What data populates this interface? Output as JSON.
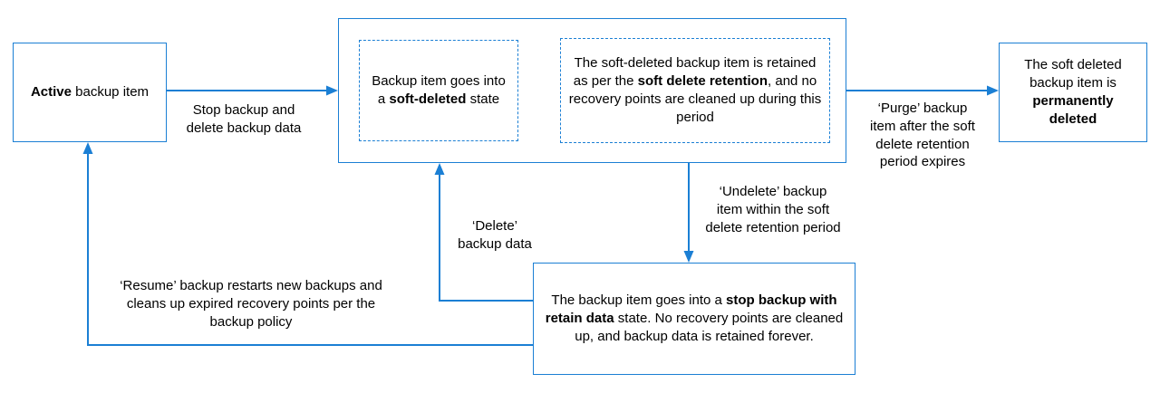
{
  "colors": {
    "accent": "#1b7fd4",
    "text": "#000000",
    "background": "#ffffff"
  },
  "boxes": {
    "active": {
      "pre": "",
      "bold": "Active",
      "post": " backup item"
    },
    "soft_deleted_state": {
      "pre": "Backup item goes into a ",
      "bold": "soft-deleted",
      "post": " state"
    },
    "retention": {
      "pre": "The soft-deleted backup item is retained as per the ",
      "bold": "soft delete retention",
      "post": ", and no recovery points are cleaned up during this period"
    },
    "permanently_deleted": {
      "pre": "The soft deleted backup item is ",
      "bold": "permanently deleted",
      "post": ""
    },
    "retain_data": {
      "pre": "The backup item goes into a ",
      "bold": "stop backup with retain data",
      "post": " state. No recovery points are cleaned up, and backup data is retained forever."
    }
  },
  "labels": {
    "stop_backup": "Stop backup and delete backup data",
    "purge": "‘Purge’ backup item after the soft delete retention period expires",
    "undelete": "‘Undelete’ backup item within the soft delete retention period",
    "delete": "‘Delete’ backup data",
    "resume": "‘Resume’ backup restarts new backups and cleans up expired recovery points per the backup policy"
  }
}
